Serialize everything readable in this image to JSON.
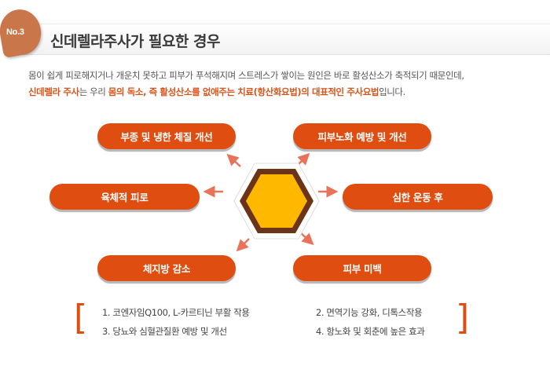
{
  "header": {
    "badge": "No.3",
    "title": "신데렐라주사가 필요한 경우"
  },
  "description": {
    "line1": "몸이 쉽게 피로해지거나 개운치 못하고 피부가 푸석해지며 스트레스가 쌓이는 원인은 바로 활성산소가 축적되기 때문인데,",
    "line2_hl1": "신데렐라 주사",
    "line2_t1": "는 우리 ",
    "line2_hl2": "몸의 독소, 즉 활성산소를 없애주는 치료(항산화요법)의 대표적인 주사요법",
    "line2_t2": "입니다."
  },
  "cases": [
    {
      "label": "부종 및 냉한 체질 개선"
    },
    {
      "label": "피부노화 예방 및 개선"
    },
    {
      "label": "육체적 피로"
    },
    {
      "label": "심한 운동 후"
    },
    {
      "label": "체지방 감소"
    },
    {
      "label": "피부 미백"
    }
  ],
  "effects": {
    "bracket_open": "[",
    "bracket_close": "]",
    "items": [
      {
        "text": "1. 코엔자임Q100, L-카르티닌 부활 작용"
      },
      {
        "text": "2. 면역기능 강화, 디톡스작용"
      },
      {
        "text": "3. 당뇨와 심혈관질환 예방 및 개선"
      },
      {
        "text": "4. 항노화 및 회춘에 높은 효과"
      }
    ]
  },
  "colors": {
    "accent": "#df4e10",
    "badge": "#c9764a",
    "hex_fill": "#ffb800",
    "hex_border": "#6b3416",
    "arrow": "#e8735a"
  }
}
